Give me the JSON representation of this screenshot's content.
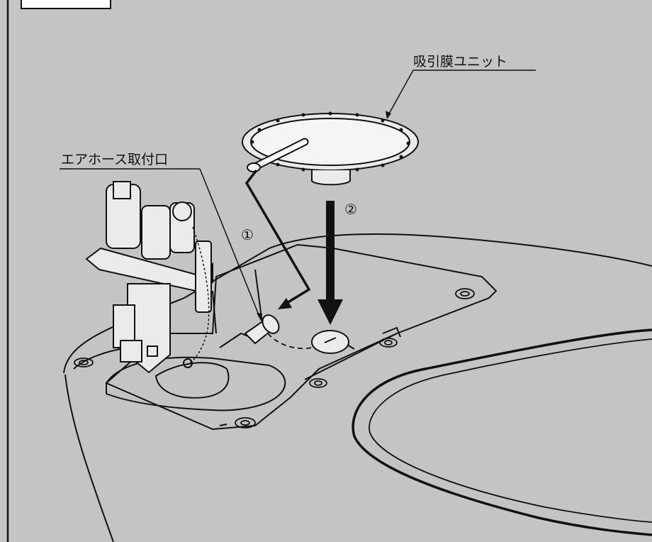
{
  "labels": {
    "suction_unit": "吸引膜ユニット",
    "air_hose_port": "エアホース取付口",
    "step1": "①",
    "step2": "②"
  },
  "colors": {
    "background": "#c4c4c4",
    "line": "#111111",
    "part_fill": "#ebebeb"
  }
}
